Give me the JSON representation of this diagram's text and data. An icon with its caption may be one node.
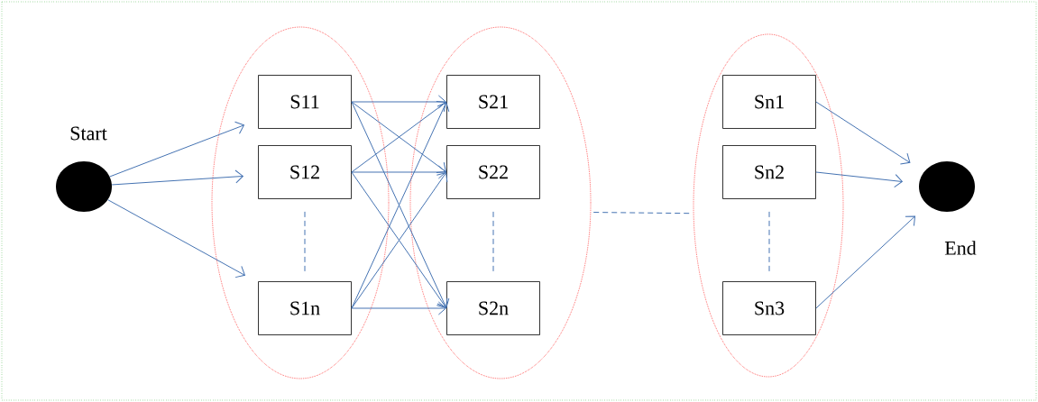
{
  "diagram": {
    "nodes": [
      {
        "text": [],
        "shape": "circle",
        "beside": [
          "Start"
        ]
      },
      {
        "text": [],
        "shape": "ellipse"
      },
      {
        "text": [
          "S11"
        ],
        "in": 1
      },
      {
        "text": [
          "S12"
        ],
        "in": 1
      },
      {
        "text": [
          "S1n"
        ],
        "in": 1
      },
      {
        "text": [],
        "shape": "ellipse"
      },
      {
        "text": [
          "S21"
        ],
        "in": 5
      },
      {
        "text": [
          "S22"
        ],
        "in": 5
      },
      {
        "text": [
          "S2n"
        ],
        "in": 5
      },
      {
        "text": [],
        "shape": "ellipse"
      },
      {
        "text": [
          "Sn1"
        ],
        "in": 9
      },
      {
        "text": [
          "Sn2"
        ],
        "in": 9
      },
      {
        "text": [
          "Sn3"
        ],
        "in": 9
      },
      {
        "text": [],
        "shape": "circle",
        "beside": [
          "End"
        ]
      }
    ],
    "edges": [
      {
        "from": 0,
        "to": 2,
        "arrow": "to"
      },
      {
        "from": 0,
        "to": 3,
        "arrow": "to"
      },
      {
        "from": 0,
        "to": 4,
        "arrow": "to"
      },
      {
        "from": 2,
        "to": 6,
        "arrow": "to"
      },
      {
        "from": 2,
        "to": 7,
        "arrow": "to"
      },
      {
        "from": 2,
        "to": 8,
        "arrow": "to"
      },
      {
        "from": 3,
        "to": 6,
        "arrow": "to"
      },
      {
        "from": 3,
        "to": 7,
        "arrow": "to"
      },
      {
        "from": 3,
        "to": 8,
        "arrow": "to"
      },
      {
        "from": 4,
        "to": 6,
        "arrow": "to"
      },
      {
        "from": 4,
        "to": 7,
        "arrow": "to"
      },
      {
        "from": 4,
        "to": 8,
        "arrow": "to"
      },
      {
        "from": 10,
        "to": 13,
        "arrow": "to"
      },
      {
        "from": 11,
        "to": 13,
        "arrow": "to"
      },
      {
        "from": 12,
        "to": 13,
        "arrow": "to"
      },
      {
        "from": 3,
        "to": 4,
        "arrow": "none",
        "style": "dashed"
      },
      {
        "from": 7,
        "to": 8,
        "arrow": "none",
        "style": "dashed"
      },
      {
        "from": 11,
        "to": 12,
        "arrow": "none",
        "style": "dashed"
      },
      {
        "from": 5,
        "to": 9,
        "arrow": "none",
        "style": "dashed"
      }
    ]
  }
}
